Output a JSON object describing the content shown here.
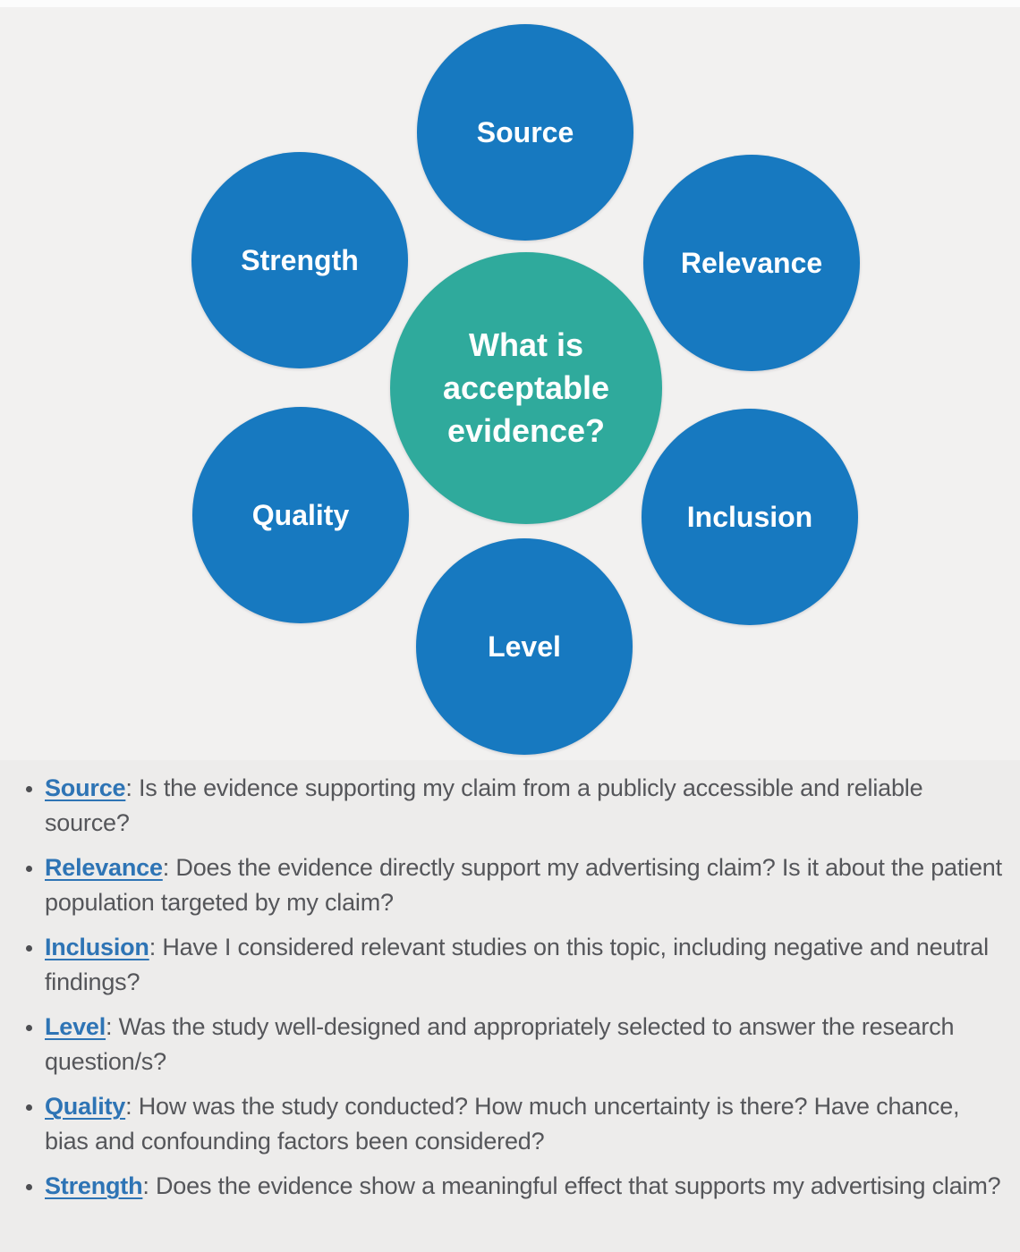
{
  "diagram": {
    "center": {
      "label": "What is acceptable evidence?",
      "color": "#2faa9c"
    },
    "satellite_color": "#1779c0",
    "satellites": [
      {
        "id": "source",
        "label": "Source"
      },
      {
        "id": "strength",
        "label": "Strength"
      },
      {
        "id": "relevance",
        "label": "Relevance"
      },
      {
        "id": "quality",
        "label": "Quality"
      },
      {
        "id": "inclusion",
        "label": "Inclusion"
      },
      {
        "id": "level",
        "label": "Level"
      }
    ]
  },
  "list": {
    "items": [
      {
        "term": "Source",
        "text": ": Is the evidence supporting my claim from a publicly accessible and reliable source?"
      },
      {
        "term": "Relevance",
        "text": ": Does the evidence directly support my advertising claim? Is it about the patient population targeted by my claim?"
      },
      {
        "term": "Inclusion",
        "text": ": Have I considered relevant studies on this topic, including negative and neutral findings?"
      },
      {
        "term": "Level",
        "text": ": Was the study well-designed and appropriately selected to answer the research question/s?"
      },
      {
        "term": "Quality",
        "text": ": How was the study conducted? How much uncertainty is there? Have chance, bias and confounding factors been considered?"
      },
      {
        "term": "Strength",
        "text": ": Does the evidence show a meaningful effect that supports my advertising claim?"
      }
    ]
  },
  "colors": {
    "page_background": "#edeceb",
    "diagram_background": "#f2f1f0",
    "term_link": "#2e74b5",
    "body_text": "#55565a"
  }
}
